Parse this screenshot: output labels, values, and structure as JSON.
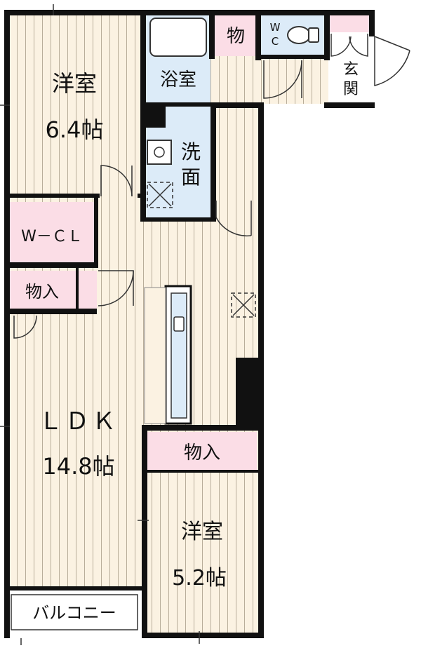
{
  "rooms": {
    "bedroom1": {
      "name": "洋室",
      "size": "6.4帖"
    },
    "bathroom": {
      "name": "浴室"
    },
    "storage_top": {
      "name": "物"
    },
    "wc": {
      "name_line1": "W",
      "name_line2": "C"
    },
    "entrance": {
      "line1": "玄",
      "line2": "関"
    },
    "washroom": {
      "line1": "洗",
      "line2": "面"
    },
    "wcl": {
      "name": "W－ＣＬ"
    },
    "storage_left": {
      "name": "物入"
    },
    "ldk": {
      "name": "ＬＤＫ",
      "size": "14.8帖"
    },
    "storage_right": {
      "name": "物入"
    },
    "bedroom2": {
      "name": "洋室",
      "size": "5.2帖"
    },
    "balcony": {
      "name": "バルコニー"
    }
  },
  "colors": {
    "wall": "#111111",
    "floor_wood": "#fbf2e2",
    "floor_line": "#b8ad9a",
    "wet_area": "#dcebf8",
    "storage_pink": "#fbdde6",
    "fixture_blue": "#8fb6d8"
  }
}
